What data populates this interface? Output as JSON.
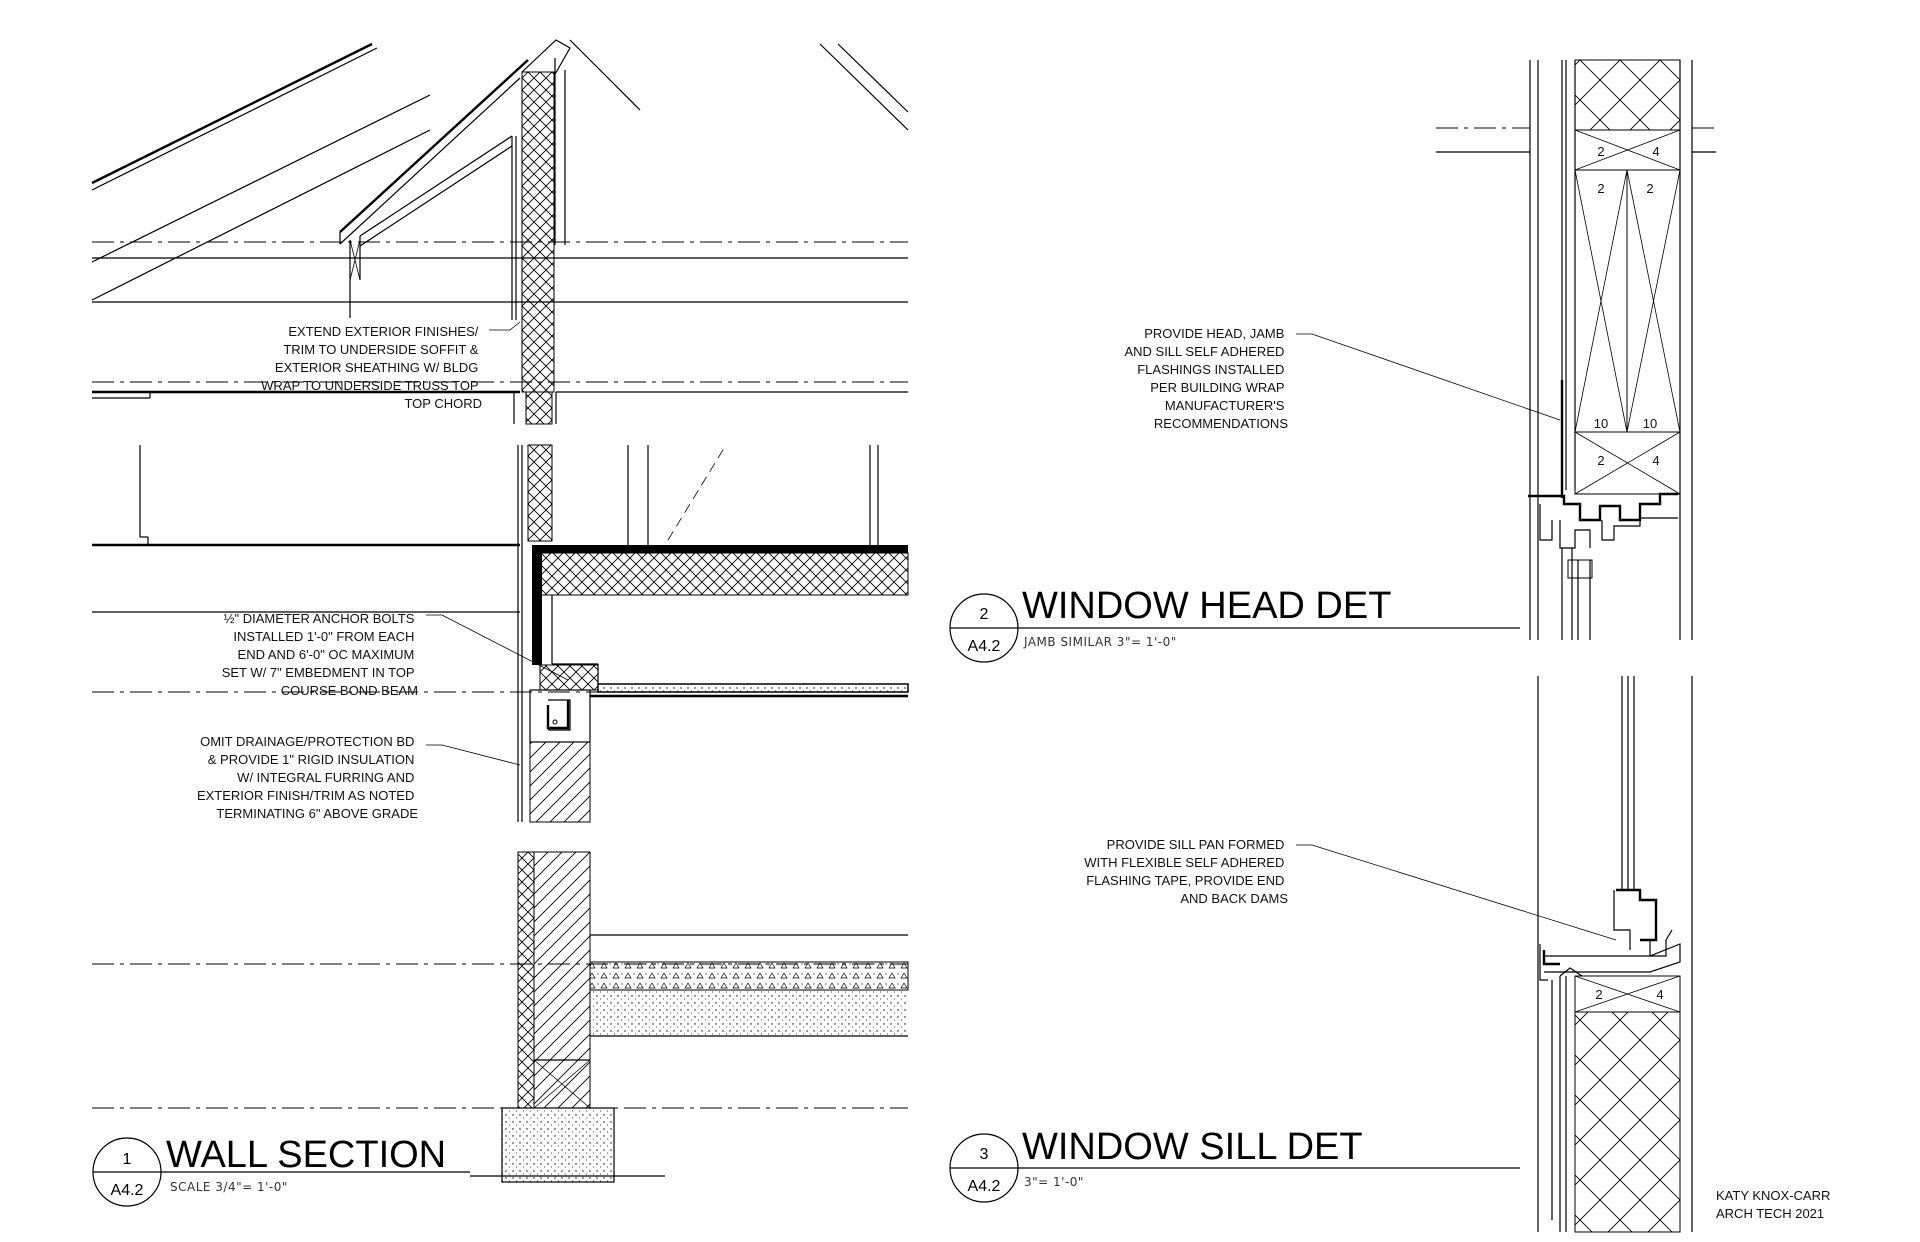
{
  "details": [
    {
      "number": "1",
      "sheet": "A4.2",
      "title": "WALL SECTION",
      "scale": "SCALE 3/4\"= 1'-0\""
    },
    {
      "number": "2",
      "sheet": "A4.2",
      "title": "WINDOW HEAD DET",
      "scale": "JAMB SIMILAR 3\"= 1'-0\""
    },
    {
      "number": "3",
      "sheet": "A4.2",
      "title": "WINDOW SILL DET",
      "scale": "3\"= 1'-0\""
    }
  ],
  "notes": {
    "soffit": [
      "EXTEND EXTERIOR FINISHES/",
      "TRIM TO UNDERSIDE SOFFIT &",
      "EXTERIOR SHEATHING W/  BLDG",
      "WRAP TO UNDERSIDE TRUSS TOP",
      "TOP CHORD"
    ],
    "anchor_bolts": [
      "½\" DIAMETER ANCHOR BOLTS",
      "INSTALLED 1'-0\" FROM EACH",
      "END AND 6'-0\" OC MAXIMUM",
      "SET W/ 7\" EMBEDMENT IN TOP",
      "COURSE BOND BEAM"
    ],
    "drainage": [
      "OMIT DRAINAGE/PROTECTION BD",
      "& PROVIDE 1\" RIGID INSULATION",
      "W/ INTEGRAL FURRING AND",
      "EXTERIOR FINISH/TRIM AS NOTED",
      "TERMINATING 6\" ABOVE GRADE"
    ],
    "head_flashing": [
      "PROVIDE HEAD, JAMB",
      "AND SILL SELF ADHERED",
      "FLASHINGS INSTALLED",
      "PER BUILDING WRAP",
      "MANUFACTURER'S",
      "RECOMMENDATIONS"
    ],
    "sill_pan": [
      "PROVIDE SILL PAN FORMED",
      "WITH FLEXIBLE SELF ADHERED",
      "FLASHING TAPE, PROVIDE END",
      "AND BACK DAMS"
    ]
  },
  "lumber_labels": {
    "head_top_plate": [
      "2",
      "4"
    ],
    "header": [
      "2",
      "2"
    ],
    "header_bottom": [
      "10",
      "10"
    ],
    "head_sill_plate": [
      "2",
      "4"
    ],
    "sill_plate": [
      "2",
      "4"
    ]
  },
  "credit": [
    "KATY KNOX-CARR",
    "ARCH TECH 2021"
  ]
}
